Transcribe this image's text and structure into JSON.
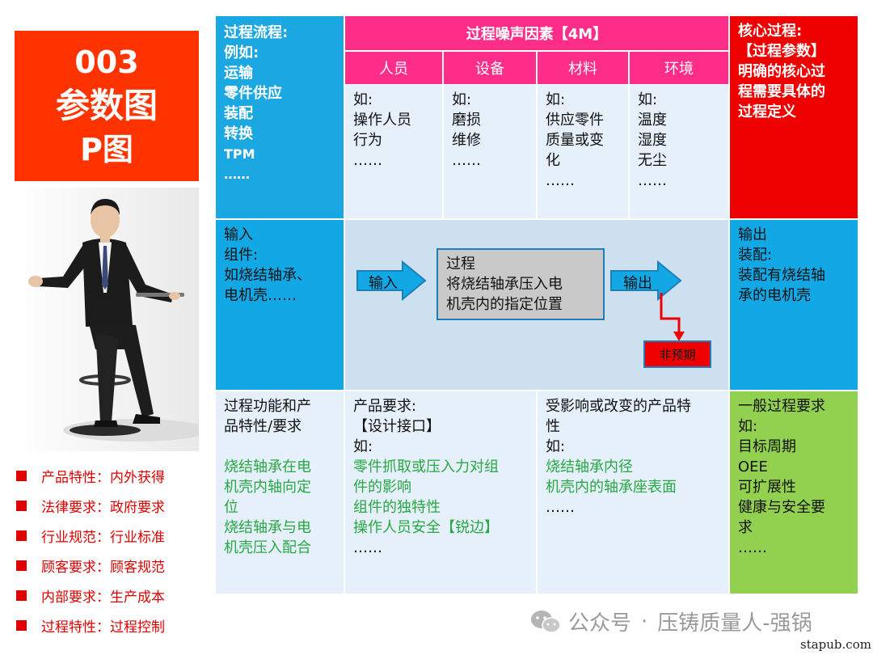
{
  "title": {
    "line1": "003",
    "line2": "参数图",
    "line3": "P图"
  },
  "bullets": [
    "产品特性：内外获得",
    "法律要求：政府要求",
    "行业规范：行业标准",
    "顾客要求：顾客规范",
    "内部要求：生产成本",
    "过程特性：过程控制"
  ],
  "process_flow": {
    "lines": [
      "过程流程:",
      "例如:",
      "运输",
      "零件供应",
      "装配",
      "转换"
    ],
    "tpm": "TPM",
    "dots": "……"
  },
  "noise": {
    "header": "过程噪声因素【4M】",
    "columns": [
      {
        "label": "人员",
        "lines": [
          "如:",
          "操作人员",
          "行为",
          "……"
        ]
      },
      {
        "label": "设备",
        "lines": [
          "如:",
          "磨损",
          "维修",
          "……"
        ]
      },
      {
        "label": "材料",
        "lines": [
          "如:",
          "供应零件",
          "质量或变",
          "化",
          "……"
        ]
      },
      {
        "label": "环境",
        "lines": [
          "如:",
          "温度",
          "湿度",
          "无尘",
          "……"
        ]
      }
    ]
  },
  "core_process": {
    "lines": [
      "核心过程:",
      "【过程参数】",
      "明确的核心过",
      "程需要具体的",
      "过程定义"
    ]
  },
  "input": {
    "lines": [
      "输入",
      "组件:",
      "如烧结轴承、",
      "电机壳……"
    ]
  },
  "process": {
    "input_arrow": "输入",
    "output_arrow": "输出",
    "box_lines": [
      "过程",
      "将烧结轴承压入电",
      "机壳内的指定位置"
    ],
    "unexpected": "非预期"
  },
  "output": {
    "lines": [
      "输出",
      "装配:",
      "装配有烧结轴",
      "承的电机壳"
    ]
  },
  "function_req": {
    "lines": [
      "过程功能和产",
      "品特性/要求"
    ],
    "green_lines": [
      "烧结轴承在电",
      "机壳内轴向定",
      "位",
      "烧结轴承与电",
      "机壳压入配合"
    ]
  },
  "product_req": {
    "lines": [
      "产品要求:",
      "【设计接口】",
      "如:"
    ],
    "green_lines": [
      "零件抓取或压入力对组",
      "件的影响",
      "组件的独特性",
      "操作人员安全【锐边】"
    ],
    "tail": "……"
  },
  "affected": {
    "lines": [
      "受影响或改变的产品特",
      "性",
      "如:"
    ],
    "green_lines": [
      "烧结轴承内径",
      "机壳内的轴承座表面"
    ],
    "tail": "……"
  },
  "general_req": {
    "lines": [
      "一般过程要求",
      "如:",
      "目标周期",
      "OEE",
      "可扩展性",
      "健康与安全要",
      "求",
      "……"
    ]
  },
  "watermark": {
    "left": "公众号",
    "sep": "·",
    "right": "压铸质量人-强锅"
  },
  "site": "stapub.com",
  "colors": {
    "title_red": "#ff3300",
    "blue": "#1ba7e2",
    "pink": "#ff2d8a",
    "red": "#ee0000",
    "light_blue": "#e6f0fa",
    "green_text": "#27a844",
    "lime": "#92d050"
  }
}
